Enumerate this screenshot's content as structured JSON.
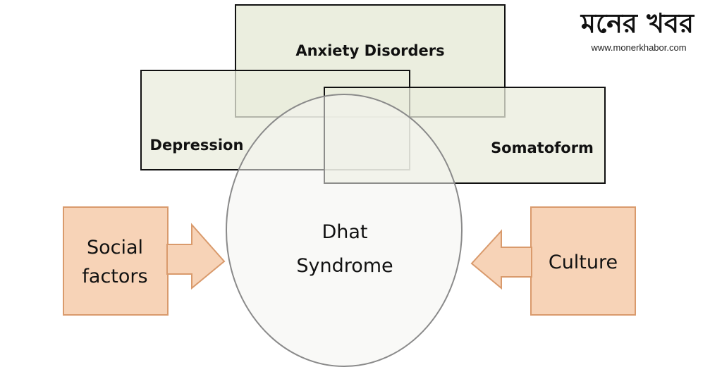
{
  "brand": {
    "logo": "মনের খবর",
    "url": "www.monerkhabor.com"
  },
  "diagram": {
    "boxes": {
      "anxiety": "Anxiety Disorders",
      "depression": "Depression",
      "somatoform": "Somatoform"
    },
    "center": {
      "line1": "Dhat",
      "line2": "Syndrome"
    },
    "influences": {
      "social_line1": "Social",
      "social_line2": "factors",
      "culture": "Culture"
    }
  },
  "colors": {
    "box_fill": "#e9ecdc",
    "box_stroke": "#111111",
    "ellipse_stroke": "#8a8a8a",
    "influence_fill": "#f7d3b7",
    "influence_stroke": "#d99a6c"
  }
}
